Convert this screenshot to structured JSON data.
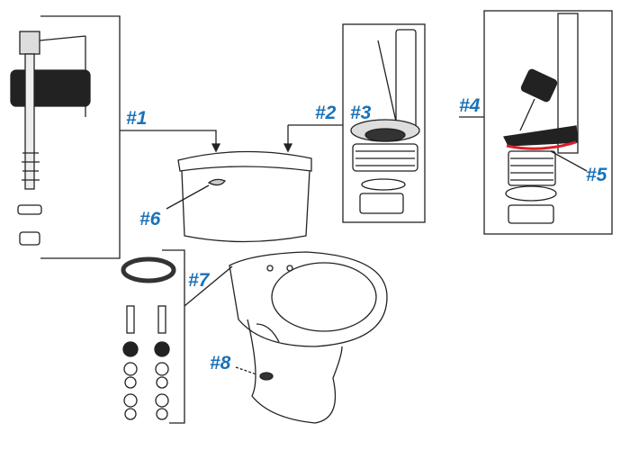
{
  "labels": {
    "p1": "#1",
    "p2": "#2",
    "p3": "#3",
    "p4": "#4",
    "p5": "#5",
    "p6": "#6",
    "p7": "#7",
    "p8": "#8"
  },
  "colors": {
    "label": "#1a72b8",
    "seal": "#d8202a",
    "line": "#222222"
  }
}
